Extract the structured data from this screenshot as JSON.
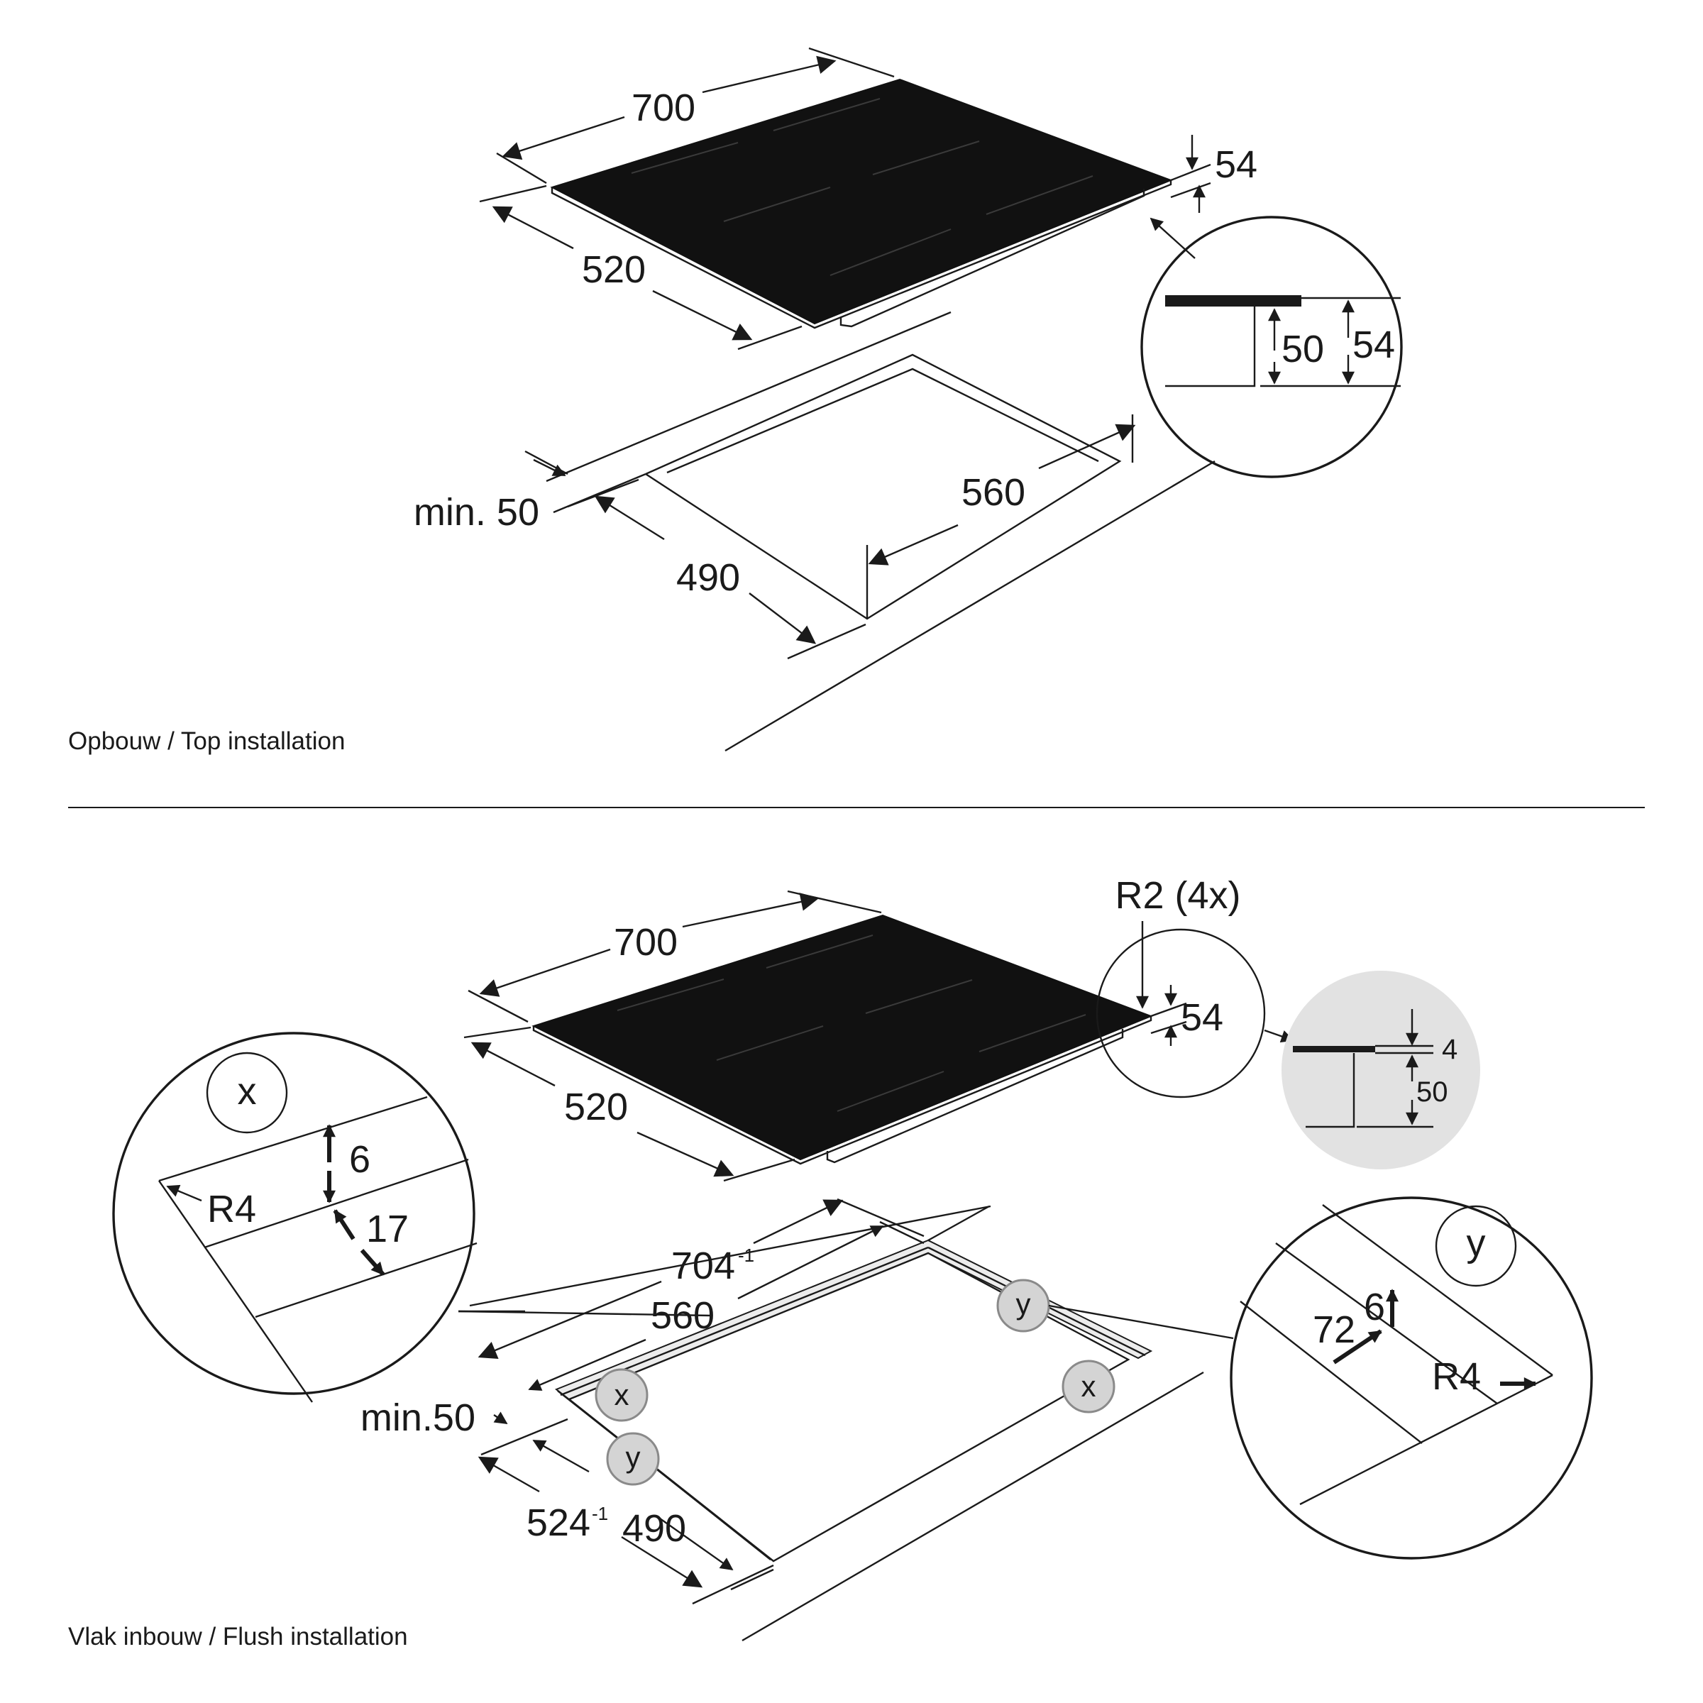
{
  "top_section": {
    "caption": "Opbouw / Top installation",
    "hob_width": "700",
    "hob_depth": "520",
    "hob_height": "54",
    "cutout_width": "560",
    "cutout_depth": "490",
    "min_edge_distance": "min. 50",
    "detail": {
      "inner_height": "50",
      "total_height": "54"
    }
  },
  "flush_section": {
    "caption": "Vlak inbouw / Flush installation",
    "hob_width": "700",
    "hob_depth": "520",
    "hob_height": "54",
    "corner_radius": "R2 (4x)",
    "cutout_outer_width": "704",
    "cutout_outer_width_tolerance": "-1",
    "cutout_inner_width": "560",
    "cutout_outer_depth": "524",
    "cutout_outer_depth_tolerance": "-1",
    "cutout_inner_depth": "490",
    "min_edge_distance": "min.50",
    "side_detail": {
      "glass_thickness": "4",
      "body_height": "50"
    },
    "marker_x": "x",
    "marker_y": "y",
    "detail_x": {
      "label": "x",
      "radius": "R4",
      "rebate_depth": "6",
      "rebate_width": "17"
    },
    "detail_y": {
      "label": "y",
      "radius": "R4",
      "rebate_depth": "6",
      "rebate_width": "72"
    }
  },
  "colors": {
    "ink": "#1a1a1a",
    "glass": "#111111",
    "marker_fill": "#d4d4d4",
    "marker_stroke": "#8a8a8a",
    "detail_bg": "#e2e2e2",
    "rebate": "#ececec"
  }
}
